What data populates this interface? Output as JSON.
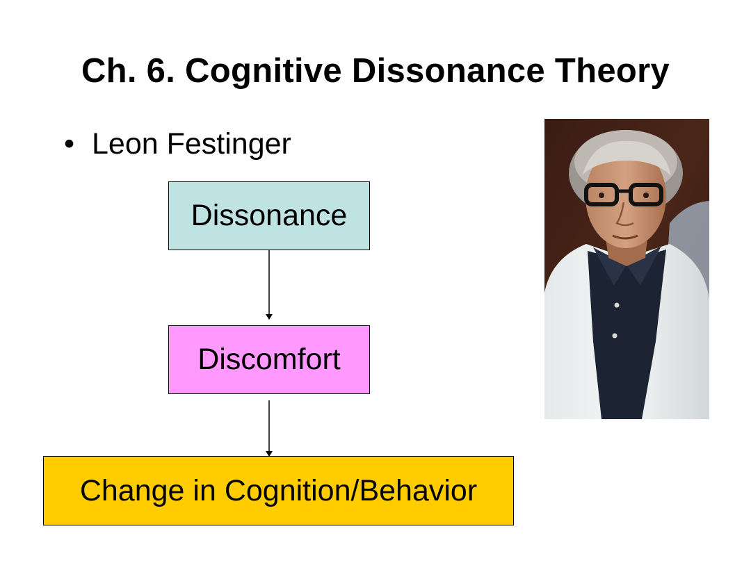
{
  "slide": {
    "title": "Ch. 6. Cognitive Dissonance Theory",
    "bullet_glyph": "•",
    "bullet_text": "Leon Festinger"
  },
  "diagram": {
    "boxes": [
      {
        "id": "dissonance",
        "label": "Dissonance",
        "fill": "#bfe3e3"
      },
      {
        "id": "discomfort",
        "label": "Discomfort",
        "fill": "#ff99ff"
      },
      {
        "id": "change",
        "label": "Change in Cognition/Behavior",
        "fill": "#ffcc00"
      }
    ],
    "edges": [
      {
        "from": "dissonance",
        "to": "discomfort"
      },
      {
        "from": "discomfort",
        "to": "change"
      }
    ]
  },
  "photo": {
    "subject": "portrait of Leon Festinger"
  },
  "colors": {
    "background": "#ffffff",
    "text": "#000000",
    "border": "#000000"
  }
}
